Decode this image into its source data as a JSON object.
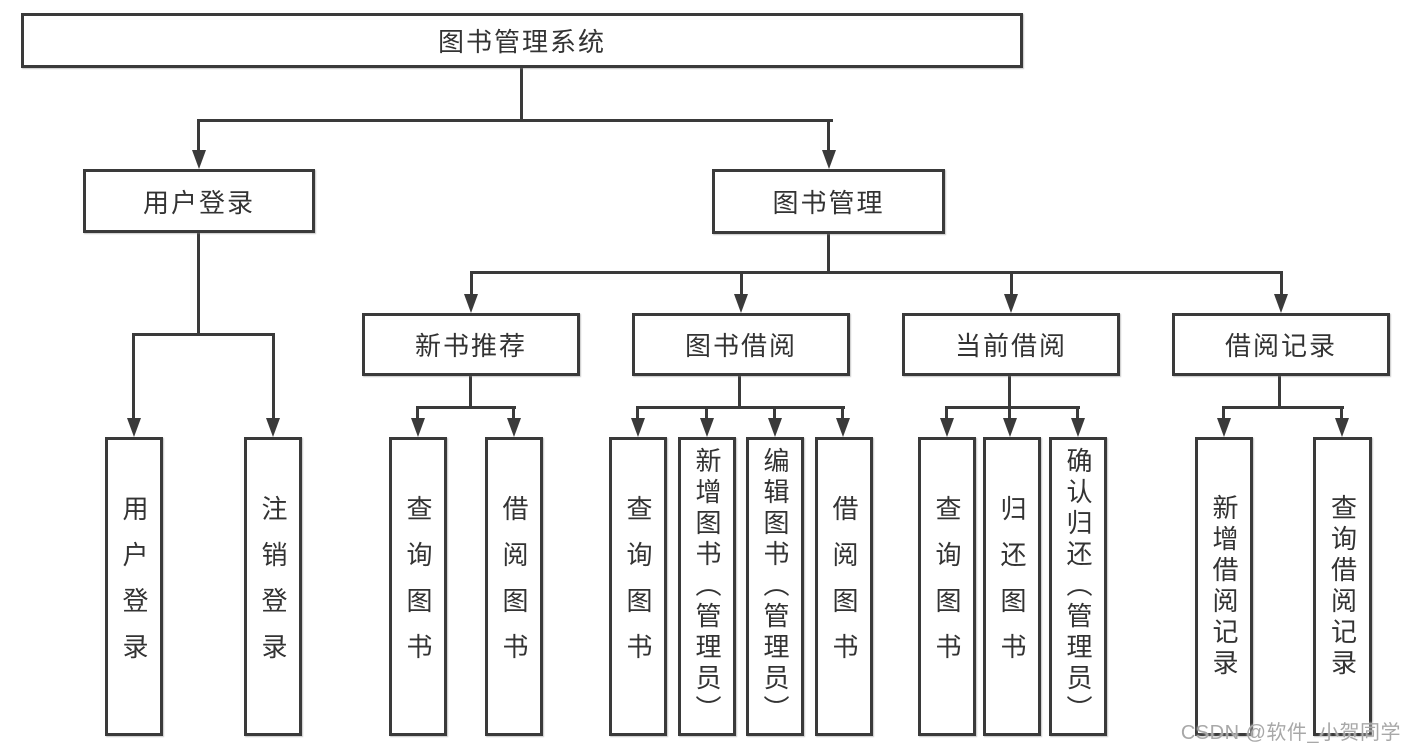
{
  "diagram": {
    "root": {
      "label": "图书管理系统"
    },
    "branches": [
      {
        "label": "用户登录",
        "children": [
          {
            "label": "用户登录"
          },
          {
            "label": "注销登录"
          }
        ]
      },
      {
        "label": "图书管理",
        "children": [
          {
            "label": "新书推荐",
            "children": [
              {
                "label": "查询图书"
              },
              {
                "label": "借阅图书"
              }
            ]
          },
          {
            "label": "图书借阅",
            "children": [
              {
                "label": "查询图书"
              },
              {
                "label": "新增图书（管理员）"
              },
              {
                "label": "编辑图书（管理员）"
              },
              {
                "label": "借阅图书"
              }
            ]
          },
          {
            "label": "当前借阅",
            "children": [
              {
                "label": "查询图书"
              },
              {
                "label": "归还图书"
              },
              {
                "label": "确认归还（管理员）"
              }
            ]
          },
          {
            "label": "借阅记录",
            "children": [
              {
                "label": "新增借阅记录"
              },
              {
                "label": "查询借阅记录"
              }
            ]
          }
        ]
      }
    ]
  },
  "watermark": {
    "text": "CSDN @软件_小贺同学"
  },
  "colors": {
    "line": "#3a3a3a",
    "text": "#333333",
    "watermark": "#a8a8a8",
    "background": "#ffffff"
  }
}
